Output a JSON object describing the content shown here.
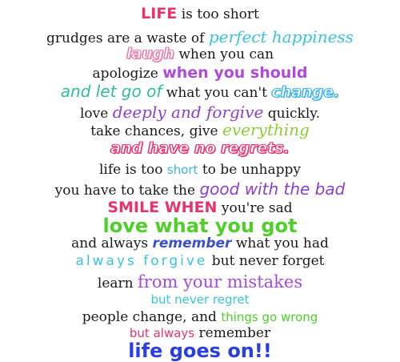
{
  "lines": [
    {
      "segments": [
        {
          "text": "LIFE",
          "style": "bold",
          "color": "#e8336e"
        },
        {
          "text": " is too short",
          "style": "plain"
        }
      ]
    },
    {
      "segments": [
        {
          "text": "grudges are a waste of ",
          "style": "plain"
        },
        {
          "text": "perfect happiness",
          "style": "italic",
          "color": "#37c5d9"
        }
      ]
    },
    {
      "segments": [
        {
          "text": "laugh",
          "style": "outline",
          "color": "#e87aa8"
        },
        {
          "text": " when you can",
          "style": "plain"
        }
      ]
    },
    {
      "segments": [
        {
          "text": "apologize ",
          "style": "plain"
        },
        {
          "text": "when you should",
          "style": "bold",
          "color": "#b04ad8"
        }
      ]
    },
    {
      "segments": [
        {
          "text": "and let go of",
          "style": "script",
          "color": "#2fbf9a"
        },
        {
          "text": " what you can't ",
          "style": "plain"
        },
        {
          "text": "change.",
          "style": "outline",
          "color": "#3ab3e6"
        }
      ]
    },
    {
      "segments": [
        {
          "text": "love ",
          "style": "plain"
        },
        {
          "text": "deeply and forgive",
          "style": "italic",
          "color": "#8a3fd1"
        },
        {
          "text": " quickly.",
          "style": "plain"
        }
      ]
    },
    {
      "segments": [
        {
          "text": "take chances, give ",
          "style": "plain"
        },
        {
          "text": "everything",
          "style": "italic",
          "color": "#8ccf2e"
        }
      ]
    },
    {
      "segments": [
        {
          "text": "and have no regrets.",
          "style": "outline",
          "color": "#e8336e"
        }
      ]
    },
    {
      "segments": [
        {
          "text": "life is too ",
          "style": "plain"
        },
        {
          "text": "short",
          "style": "light",
          "color": "#3ab3e6"
        },
        {
          "text": " to be unhappy",
          "style": "plain"
        }
      ]
    },
    {
      "segments": [
        {
          "text": "you have to take the ",
          "style": "plain"
        },
        {
          "text": "good with the bad",
          "style": "script",
          "color": "#8a3fd1"
        }
      ]
    },
    {
      "segments": [
        {
          "text": "SMILE WHEN",
          "style": "bold",
          "color": "#e8336e"
        },
        {
          "text": " you're sad",
          "style": "plain"
        }
      ]
    },
    {
      "segments": [
        {
          "text": "love what you got",
          "style": "bigbold",
          "color": "#4fcf2a"
        }
      ]
    },
    {
      "segments": [
        {
          "text": "and always ",
          "style": "plain"
        },
        {
          "text": "remember",
          "style": "italicbold",
          "color": "#3a4fd1"
        },
        {
          "text": " what you had",
          "style": "plain"
        }
      ]
    },
    {
      "segments": [
        {
          "text": "always forgive",
          "style": "spaced",
          "color": "#37c5d9"
        },
        {
          "text": " but never forget",
          "style": "plain"
        }
      ]
    },
    {
      "segments": [
        {
          "text": "learn ",
          "style": "plain"
        },
        {
          "text": "from your mistakes",
          "style": "serifbig",
          "color": "#a44bd8"
        }
      ]
    },
    {
      "segments": [
        {
          "text": "but never regret",
          "style": "light",
          "color": "#37c5d9"
        }
      ]
    },
    {
      "segments": [
        {
          "text": "people change, and ",
          "style": "plain"
        },
        {
          "text": "things go wrong",
          "style": "light",
          "color": "#4fcf2a"
        }
      ]
    },
    {
      "segments": [
        {
          "text": "but always",
          "style": "light",
          "color": "#e8336e"
        },
        {
          "text": " remember",
          "style": "plain"
        }
      ]
    },
    {
      "segments": [
        {
          "text": "life goes on!!",
          "style": "bigbold",
          "color": "#2a3fe0"
        }
      ]
    }
  ]
}
